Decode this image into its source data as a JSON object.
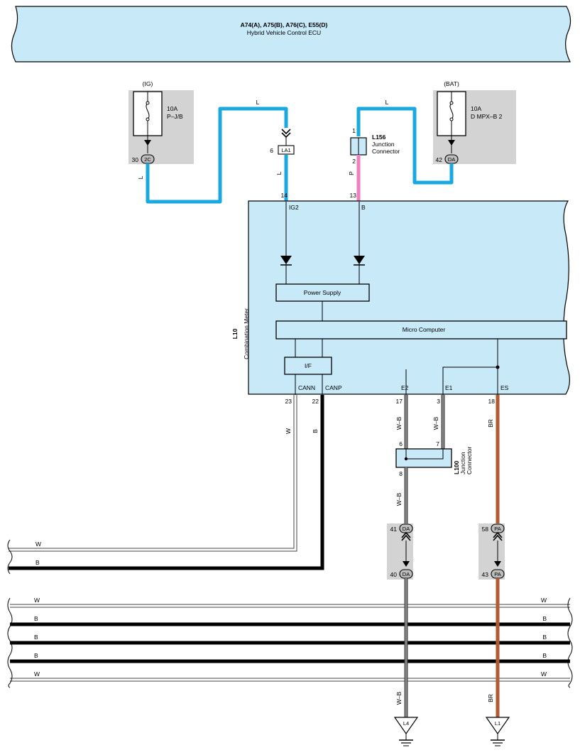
{
  "ecu": {
    "code": "A74(A), A75(B), A76(C), E55(D)",
    "name": "Hybrid Vehicle Control ECU"
  },
  "fuses": {
    "ig": {
      "source": "(IG)",
      "rating": "10A",
      "name": "P–J/B",
      "pin": "30",
      "connector": "2C",
      "wire": "L"
    },
    "bat": {
      "source": "(BAT)",
      "rating": "10A",
      "name": "D MPX–B 2",
      "pin": "42",
      "connector": "DA"
    }
  },
  "wire_labels": {
    "top_left": "L",
    "top_right": "L",
    "la1_drop": "L",
    "l156_drop": "P"
  },
  "la1": {
    "pin": "6",
    "connector": "LA1"
  },
  "l156": {
    "pin_top": "1",
    "pin_bottom": "2",
    "code": "L156",
    "line1": "Junction",
    "line2": "Connector"
  },
  "meter": {
    "code": "L10",
    "name": "Combination Meter",
    "pin_ig2": "14",
    "label_ig2": "IG2",
    "pin_b": "13",
    "label_b": "B",
    "power_supply": "Power Supply",
    "micro_computer": "Micro Computer",
    "if": "I/F",
    "label_cann": "CANN",
    "label_canp": "CANP",
    "label_e2": "E2",
    "label_e1": "E1",
    "label_es": "ES",
    "pin_cann": "23",
    "pin_canp": "22",
    "pin_e2": "17",
    "pin_e1": "3",
    "pin_es": "18"
  },
  "lower_wires": {
    "cann": "W",
    "canp": "B",
    "e2": "W–B",
    "e1": "W–B",
    "es": "BR",
    "l100_out": "W–B",
    "ground_l4": "W–B",
    "ground_l1": "BR"
  },
  "l100": {
    "code": "L100",
    "line1": "Junction",
    "line2": "Connector",
    "pin_in_a": "6",
    "pin_in_b": "7",
    "pin_out": "8"
  },
  "connectors": {
    "da_top": {
      "pin": "41",
      "connector": "DA"
    },
    "da_bottom": {
      "pin": "40",
      "connector": "DA"
    },
    "pa_top": {
      "pin": "58",
      "connector": "PA"
    },
    "pa_bottom": {
      "pin": "43",
      "connector": "PA"
    }
  },
  "bus": {
    "w1": "W",
    "b1": "B",
    "w2": "W",
    "b2": "B",
    "b3": "B",
    "b4": "B",
    "w3": "W"
  },
  "grounds": {
    "left": "L4",
    "right": "L1"
  },
  "colors": {
    "L": "#1aa8e0",
    "P": "#f07fbf",
    "BR": "#b35a2f",
    "B": "#000000",
    "box": "#c7e9f8",
    "gray": "#d3d3d3"
  }
}
